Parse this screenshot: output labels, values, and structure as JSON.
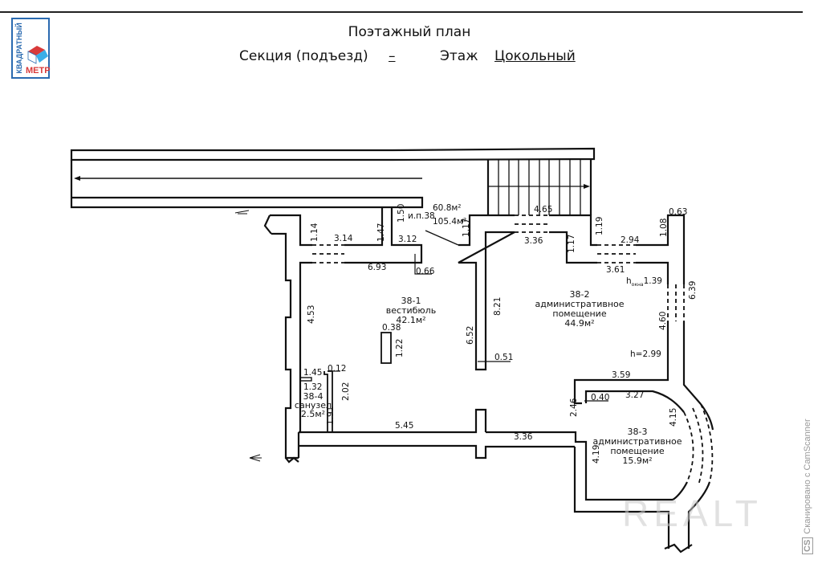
{
  "logo": {
    "vertical_text": "КВАДРАТНЫЙ",
    "bottom_text": "МЕТР"
  },
  "header": {
    "title": "Поэтажный план",
    "section_label": "Секция (подъезд)",
    "section_value": "–",
    "floor_label": "Этаж",
    "floor_value": "Цокольный"
  },
  "totals": {
    "label": "и.п.38",
    "area1": "60.8м²",
    "area2": "105.4м²"
  },
  "rooms": [
    {
      "id": "38-1",
      "name": "вестибюль",
      "area": "42.1м²"
    },
    {
      "id": "38-2",
      "name_line1": "административное",
      "name_line2": "помещение",
      "area": "44.9м²"
    },
    {
      "id": "38-3",
      "name_line1": "административное",
      "name_line2": "помещение",
      "area": "15.9м²"
    },
    {
      "id": "38-4",
      "name": "санузел",
      "area": "2.5м²"
    }
  ],
  "dimensions": {
    "d114": "1.14",
    "d314": "3.14",
    "d147": "1.47",
    "d150": "1.50",
    "d312": "3.12",
    "d693": "6.93",
    "d066": "0.66",
    "d117a": "1.17",
    "d465": "4.65",
    "d336a": "3.36",
    "d117b": "1.17",
    "d119": "1.19",
    "d294": "2.94",
    "d108": "1.08",
    "d063": "0.63",
    "d361": "3.61",
    "hwin": "1.39",
    "d639": "6.39",
    "d460": "4.60",
    "h": "h=2.99",
    "d453": "4.53",
    "d038": "0.38",
    "d122": "1.22",
    "d821": "8.21",
    "d652": "6.52",
    "d051": "0.51",
    "d145": "1.45",
    "d012": "0.12",
    "d132": "1.32",
    "d202": "2.02",
    "d191": "1.91",
    "d545": "5.45",
    "d336b": "3.36",
    "d359": "3.59",
    "d040": "0.40",
    "d327": "3.27",
    "d246": "2.46",
    "d415": "4.15",
    "d419": "4.19"
  },
  "watermark": "REALT",
  "scanner_note": {
    "badge": "CS",
    "text": "Сканировано с CamScanner"
  }
}
